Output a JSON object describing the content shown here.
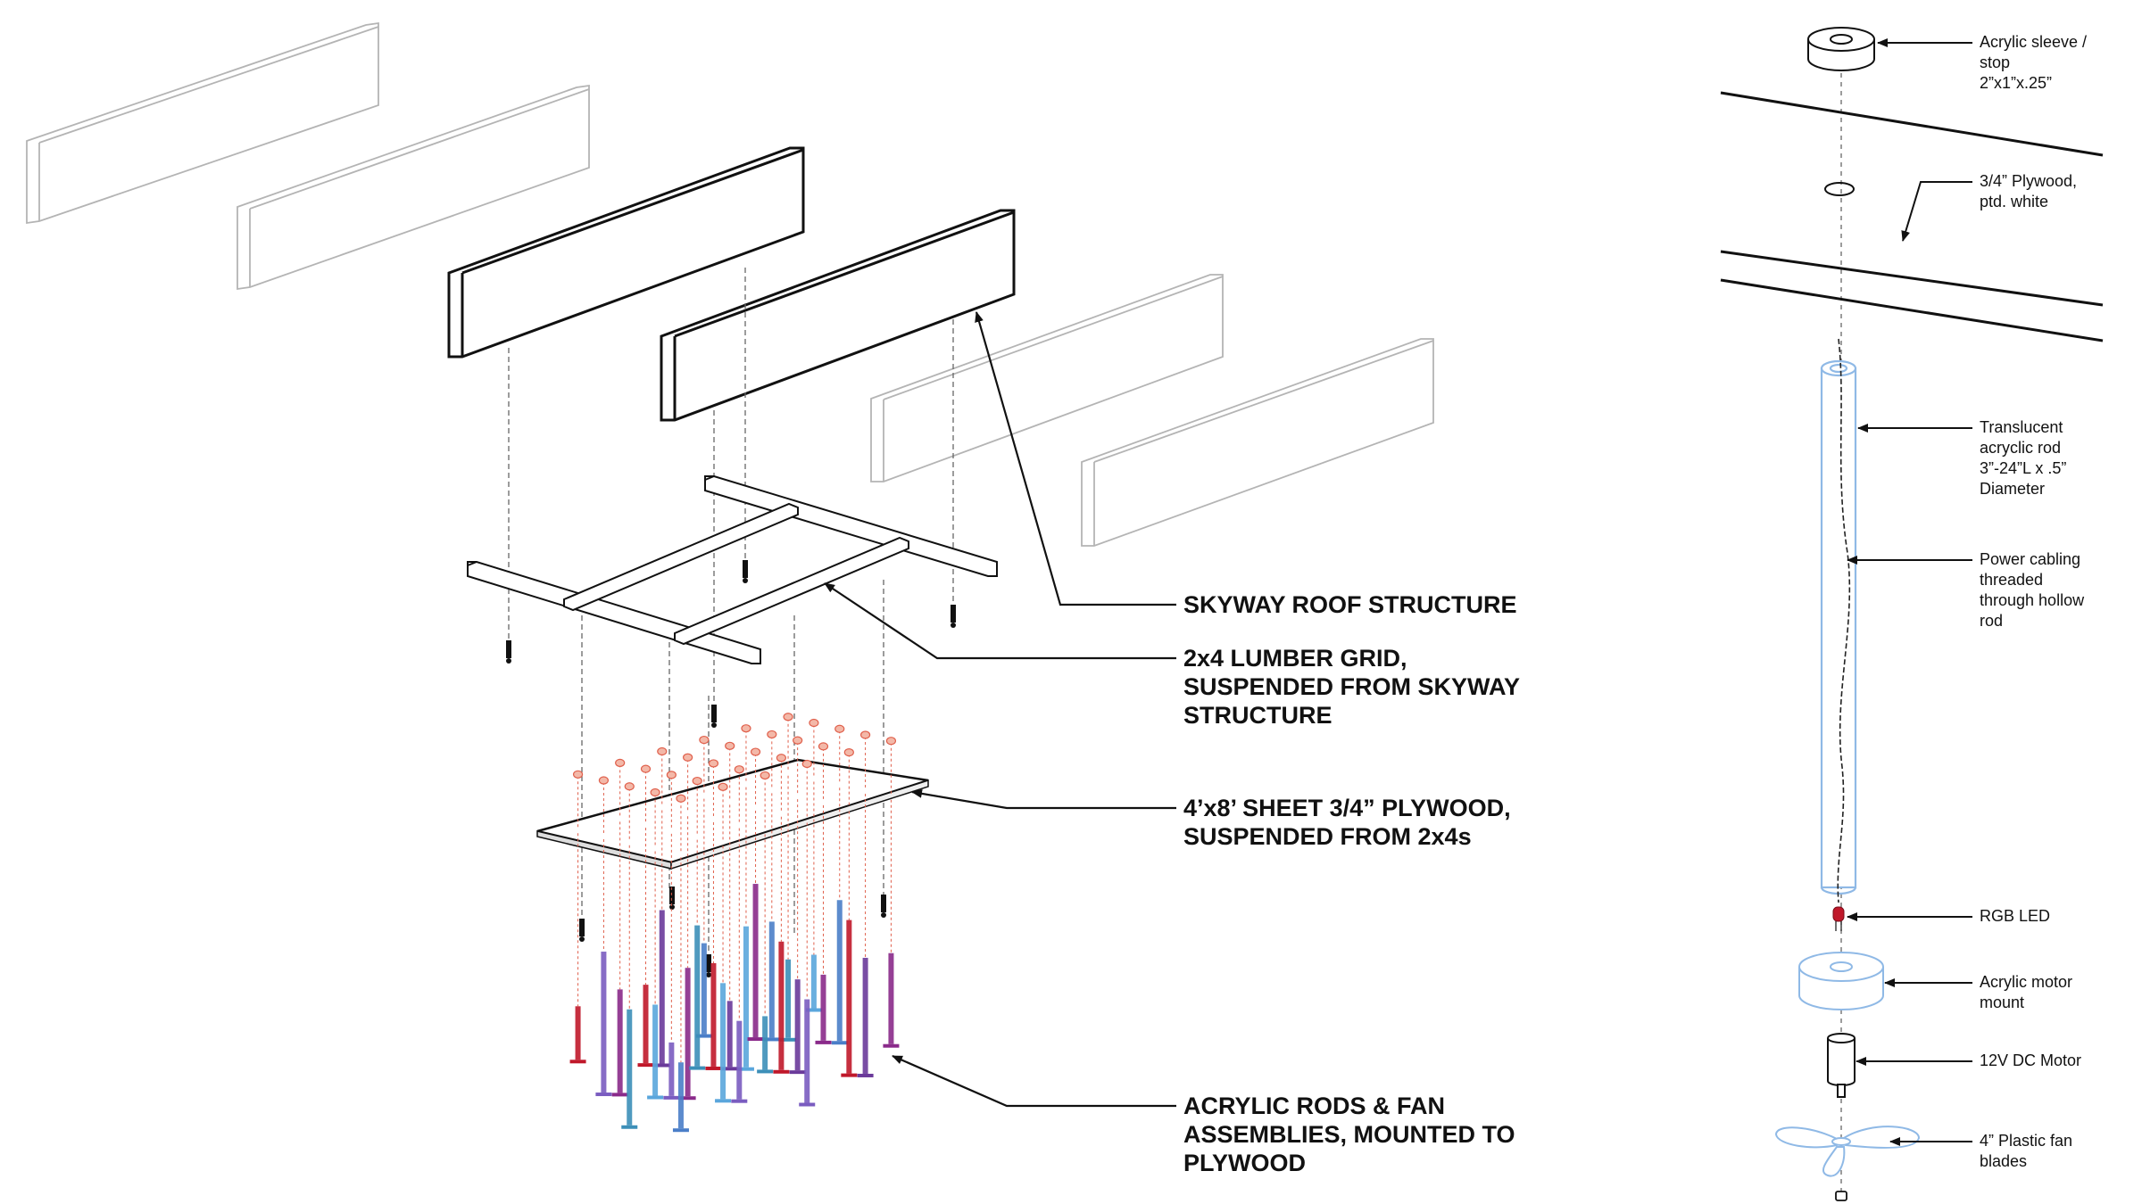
{
  "left_callouts": [
    {
      "id": "skyway",
      "lines": [
        "SKYWAY ROOF STRUCTURE"
      ]
    },
    {
      "id": "lumber",
      "lines": [
        "2x4 LUMBER GRID,",
        "SUSPENDED FROM SKYWAY",
        "STRUCTURE"
      ]
    },
    {
      "id": "plywood",
      "lines": [
        "4’x8’ SHEET 3/4” PLYWOOD,",
        "SUSPENDED FROM 2x4s"
      ]
    },
    {
      "id": "rods",
      "lines": [
        "ACRYLIC RODS & FAN",
        "ASSEMBLIES, MOUNTED TO",
        "PLYWOOD"
      ]
    }
  ],
  "right_callouts": [
    {
      "id": "sleeve",
      "lines": [
        "Acrylic sleeve /",
        "stop",
        "2”x1”x.25”"
      ]
    },
    {
      "id": "ply",
      "lines": [
        "3/4” Plywood,",
        "ptd. white"
      ]
    },
    {
      "id": "rod",
      "lines": [
        "Translucent",
        "acryclic rod",
        "3”-24”L x .5”",
        "Diameter"
      ]
    },
    {
      "id": "cable",
      "lines": [
        "Power cabling",
        "threaded",
        "through hollow",
        "rod"
      ]
    },
    {
      "id": "led",
      "lines": [
        "RGB LED"
      ]
    },
    {
      "id": "mount",
      "lines": [
        "Acrylic motor",
        "mount"
      ]
    },
    {
      "id": "motor",
      "lines": [
        "12V DC Motor"
      ]
    },
    {
      "id": "fan",
      "lines": [
        "4” Plastic fan",
        "blades"
      ]
    }
  ],
  "colors": {
    "ink": "#111111",
    "ghost": "#b4b4b4",
    "wire_red": "#e0604c",
    "rod_blue": "#8fb9e6",
    "led_red": "#c0182a"
  }
}
